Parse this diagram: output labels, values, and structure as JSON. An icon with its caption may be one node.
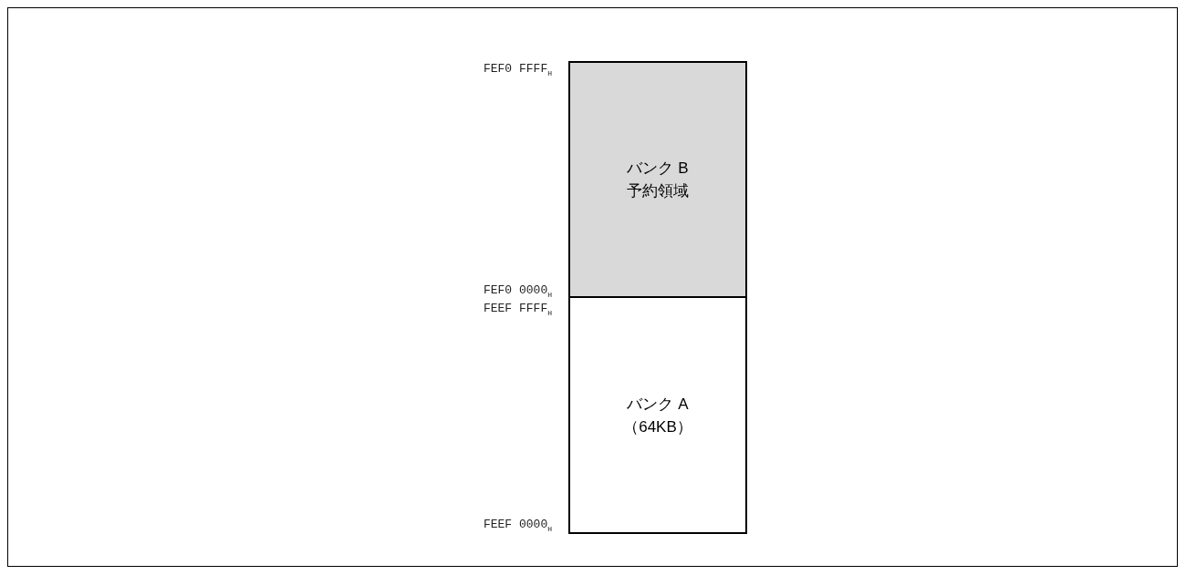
{
  "diagram": {
    "nodes": [
      {
        "text": [
          "バンク B",
          "予約領域"
        ]
      },
      {
        "text": [
          "バンク A",
          "（64KB）"
        ]
      }
    ],
    "labels": [
      "FEF0 FFFF$_{H}$",
      "FEF0 0000$_{H}$",
      "FEEF FFFF$_{H}$",
      "FEEF 0000$_{H}$"
    ]
  }
}
